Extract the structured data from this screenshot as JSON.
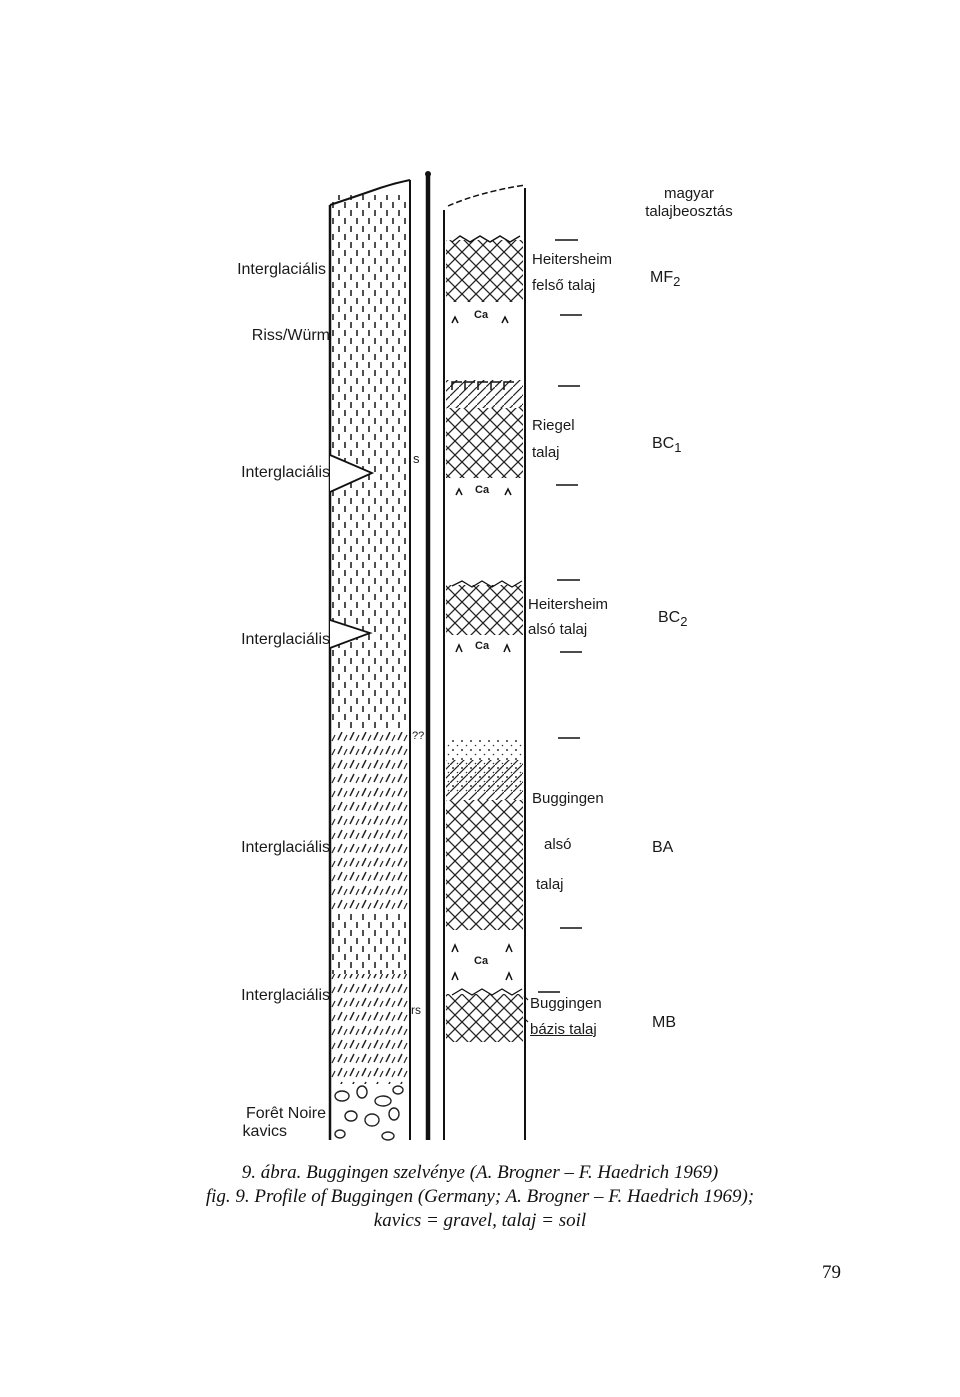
{
  "header": {
    "system_line1": "magyar",
    "system_line2": "talajbeosztás"
  },
  "left_labels": [
    {
      "text": "Interglaciális"
    },
    {
      "text": "Riss/Würm"
    },
    {
      "text": "Interglaciális"
    },
    {
      "text": "Interglaciális"
    },
    {
      "text": "Interglaciális"
    },
    {
      "text": "Interglaciális"
    },
    {
      "text": "Forêt Noire"
    },
    {
      "text": "kavics"
    }
  ],
  "axis_marks": {
    "s1": "s",
    "s2": "??",
    "s3": "rs"
  },
  "soils": [
    {
      "line1": "Heitersheim",
      "line2": "felső talaj",
      "code": "MF",
      "sub": "2"
    },
    {
      "line1": "Riegel",
      "line2": "talaj",
      "code": "BC",
      "sub": "1"
    },
    {
      "line1": "Heitersheim",
      "line2": "alsó talaj",
      "code": "BC",
      "sub": "2"
    },
    {
      "line1": "Buggingen",
      "line2": "alsó",
      "line3": "talaj",
      "code": "BA"
    },
    {
      "line1": "Buggingen",
      "line2": "bázis talaj",
      "code": "MB"
    }
  ],
  "ca_mark": "Ca",
  "caption": {
    "line1": "9. ábra. Buggingen szelvénye (A. Brogner – F. Haedrich 1969)",
    "line2": "fig. 9. Profile of Buggingen (Germany; A. Brogner – F. Haedrich 1969);",
    "line3": "kavics = gravel, talaj = soil"
  },
  "page_number": "79"
}
